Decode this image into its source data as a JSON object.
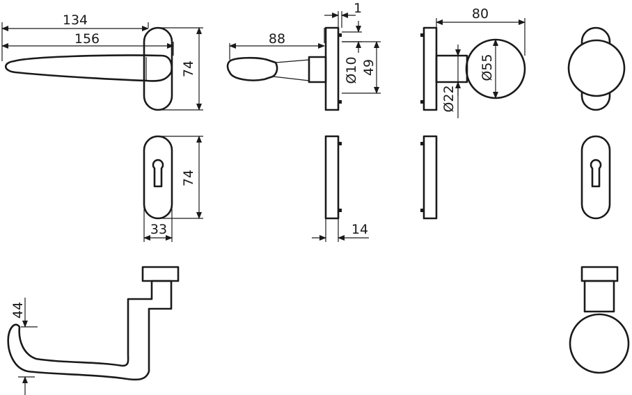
{
  "dimensions": {
    "handle_length_inner": "134",
    "handle_length_outer": "156",
    "rose_height": "74",
    "handle_projection": "88",
    "rose_step": "1",
    "spindle_diameter": "Ø10",
    "spindle_offset": "49",
    "knob_projection": "80",
    "knob_diameter": "Ø55",
    "knob_neck_diameter": "Ø22",
    "escutcheon_height": "74",
    "escutcheon_width": "33",
    "escutcheon_thickness": "14",
    "handle_drop": "44"
  },
  "colors": {
    "line": "#1a1a1a",
    "background": "#ffffff"
  }
}
